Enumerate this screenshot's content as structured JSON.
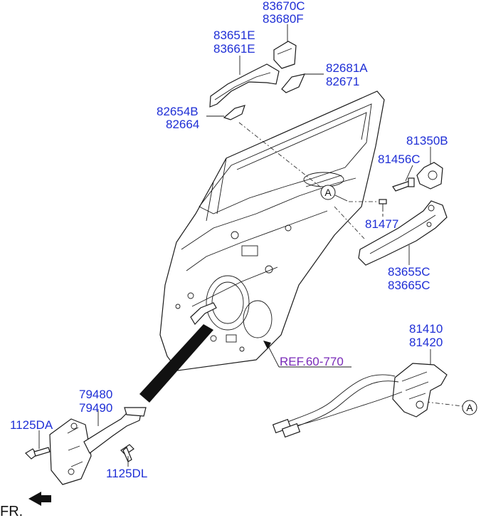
{
  "labels": {
    "p83670c": "83670C",
    "p83680f": "83680F",
    "p83651e": "83651E",
    "p83661e": "83661E",
    "p82681a": "82681A",
    "p82671": "82671",
    "p82654b": "82654B",
    "p82664": "82664",
    "p81350b": "81350B",
    "p81456c": "81456C",
    "p81477": "81477",
    "p83655c": "83655C",
    "p83665c": "83665C",
    "p81410": "81410",
    "p81420": "81420",
    "ref": "REF.60-770",
    "p79480": "79480",
    "p79490": "79490",
    "p1125da": "1125DA",
    "p1125dl": "1125DL",
    "fr": "FR."
  },
  "callouts": {
    "a1": "A",
    "a2": "A"
  },
  "colors": {
    "part_number": "#1f2fd6",
    "reference": "#7a2bb8",
    "line_art": "#1a1a1a"
  }
}
